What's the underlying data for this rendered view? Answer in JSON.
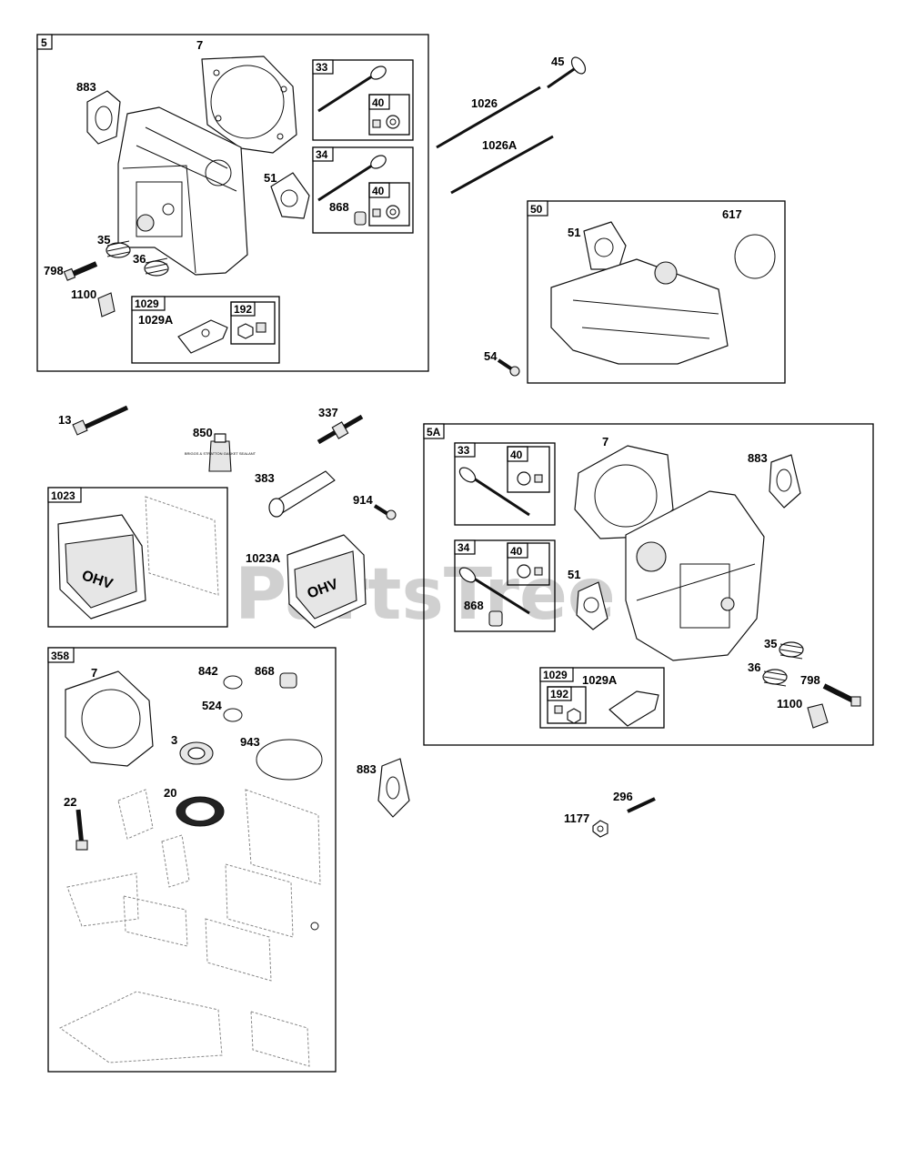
{
  "watermark": "PartsTree",
  "groups": [
    {
      "id": "g5",
      "tag": "5"
    },
    {
      "id": "g33a",
      "tag": "33"
    },
    {
      "id": "g40a",
      "tag": "40"
    },
    {
      "id": "g34a",
      "tag": "34"
    },
    {
      "id": "g40b",
      "tag": "40"
    },
    {
      "id": "g1029a",
      "tag": "1029"
    },
    {
      "id": "g192a",
      "tag": "192"
    },
    {
      "id": "g50",
      "tag": "50"
    },
    {
      "id": "g1023",
      "tag": "1023"
    },
    {
      "id": "g358",
      "tag": "358"
    },
    {
      "id": "g5A",
      "tag": "5A"
    },
    {
      "id": "g33b",
      "tag": "33"
    },
    {
      "id": "g40c",
      "tag": "40"
    },
    {
      "id": "g34b",
      "tag": "34"
    },
    {
      "id": "g40d",
      "tag": "40"
    },
    {
      "id": "g1029b",
      "tag": "1029"
    },
    {
      "id": "g192b",
      "tag": "192"
    }
  ],
  "labels": [
    "7",
    "883",
    "51",
    "868",
    "35",
    "36",
    "798",
    "1100",
    "1029A",
    "45",
    "1026",
    "1026A",
    "51",
    "617",
    "54",
    "13",
    "850",
    "337",
    "383",
    "914",
    "1023A",
    "7",
    "883",
    "868",
    "51",
    "35",
    "36",
    "798",
    "1100",
    "1029A",
    "7",
    "842",
    "868",
    "524",
    "3",
    "943",
    "20",
    "22",
    "883",
    "296",
    "1177"
  ],
  "tube_text": "BRIGGS & STRATTON GASKET SEALANT",
  "cover_text": "OHV"
}
